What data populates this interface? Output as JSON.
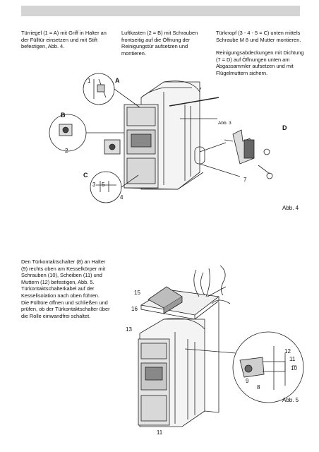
{
  "texts": {
    "col1": "Türriegel (1 = A) mit Griff in Halter an\nder Fülltür einsetzen und mit Stift\nbefestigen, Abb. 4.",
    "col2": "Luftkasten (2 = B) mit Schrauben\nfrontseitig auf die Öffnung der\nReinigungstür aufsetzen und montieren.",
    "col3a": "Türknopf (3 - 4 - 5 = C) unten mittels\nSchraube M 8 und Mutter montieren.",
    "col3b": "Reinigungsabdeckungen mit Dichtung\n(7 = D) auf Öffnungen unten am\nAbgassammler aufsetzen und mit\nFlügelmuttern sichern.",
    "lower": "Den Türkontaktschalter (8) an Halter\n(9) rechts oben am Kesselkörper mit\nSchrauben (10), Scheiben (11) und\nMuttern (12) befestigen, Abb. 5.\nTürkontaktschalterkabel auf der\nKesselisolation nach oben führen.\nDie Fülltüre öffnen und schließen und\nprüfen, ob der Türkontaktschalter über\ndie Rolle einwandfrei schaltet."
  },
  "fig4": {
    "caption": "Abb. 4",
    "callout": "Abb. 3",
    "label_a": "A",
    "label_b": "B",
    "label_c": "C",
    "label_d": "D",
    "n1": "1",
    "n2": "2",
    "n3": "3",
    "n5": "5",
    "n4": "4",
    "n7": "7"
  },
  "fig5": {
    "caption": "Abb. 5",
    "n15": "15",
    "n16": "16",
    "n13": "13",
    "n12": "12",
    "n11": "11",
    "n10": "10",
    "n9": "9",
    "n8": "8"
  },
  "page_number": "11"
}
